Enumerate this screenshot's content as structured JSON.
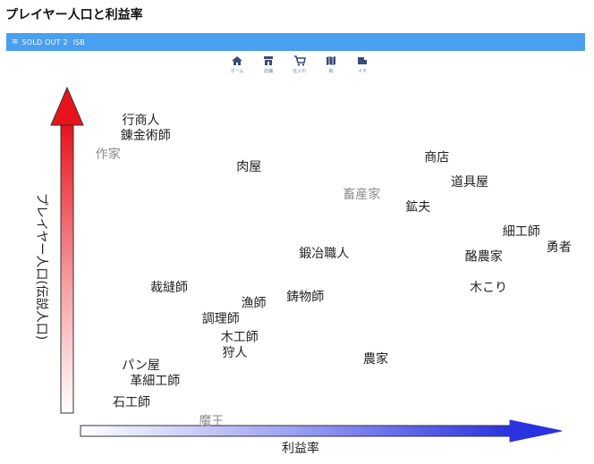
{
  "page": {
    "title": "プレイヤー人口と利益率"
  },
  "app_bar": {
    "menu_glyph": "≡",
    "title": "SOLD OUT 2",
    "tag": "ISB",
    "color": "#4a9ff0"
  },
  "nav": [
    {
      "icon": "home-icon",
      "label": "ホーム"
    },
    {
      "icon": "shop-icon",
      "label": "店舗"
    },
    {
      "icon": "cart-icon",
      "label": "仕入れ"
    },
    {
      "icon": "map-icon",
      "label": "街"
    },
    {
      "icon": "mail-icon",
      "label": "メモ"
    }
  ],
  "chart_data": {
    "type": "scatter",
    "xlabel": "利益率",
    "ylabel": "プレイヤー人口(伝説人口)",
    "xlim": [
      0,
      100
    ],
    "ylim": [
      0,
      100
    ],
    "grid": false,
    "colors": {
      "y_arrow": "#e8141c",
      "x_arrow": "#2b32e0"
    },
    "points": [
      {
        "label": "行商人",
        "x": 10,
        "y": 94,
        "faded": false
      },
      {
        "label": "錬金術師",
        "x": 11,
        "y": 89,
        "faded": false
      },
      {
        "label": "作家",
        "x": 3,
        "y": 83,
        "faded": true
      },
      {
        "label": "肉屋",
        "x": 33,
        "y": 79,
        "faded": false
      },
      {
        "label": "商店",
        "x": 73,
        "y": 82,
        "faded": false
      },
      {
        "label": "道具屋",
        "x": 80,
        "y": 74,
        "faded": false
      },
      {
        "label": "畜産家",
        "x": 57,
        "y": 70,
        "faded": true
      },
      {
        "label": "鉱夫",
        "x": 69,
        "y": 66,
        "faded": false
      },
      {
        "label": "細工師",
        "x": 91,
        "y": 58,
        "faded": false
      },
      {
        "label": "勇者",
        "x": 99,
        "y": 53,
        "faded": false
      },
      {
        "label": "酪農家",
        "x": 83,
        "y": 50,
        "faded": false
      },
      {
        "label": "鍛冶職人",
        "x": 49,
        "y": 51,
        "faded": false
      },
      {
        "label": "木こり",
        "x": 84,
        "y": 40,
        "faded": false
      },
      {
        "label": "裁縫師",
        "x": 16,
        "y": 40,
        "faded": false
      },
      {
        "label": "漁師",
        "x": 34,
        "y": 35,
        "faded": false
      },
      {
        "label": "鋳物師",
        "x": 45,
        "y": 37,
        "faded": false
      },
      {
        "label": "調理師",
        "x": 27,
        "y": 30,
        "faded": false
      },
      {
        "label": "木工師",
        "x": 31,
        "y": 24,
        "faded": false
      },
      {
        "label": "狩人",
        "x": 30,
        "y": 19,
        "faded": false
      },
      {
        "label": "農家",
        "x": 60,
        "y": 17,
        "faded": false
      },
      {
        "label": "パン屋",
        "x": 10,
        "y": 15,
        "faded": false
      },
      {
        "label": "革細工師",
        "x": 13,
        "y": 10,
        "faded": false
      },
      {
        "label": "石工師",
        "x": 8,
        "y": 3,
        "faded": false
      },
      {
        "label": "魔王",
        "x": 25,
        "y": -3,
        "faded": true
      }
    ]
  }
}
